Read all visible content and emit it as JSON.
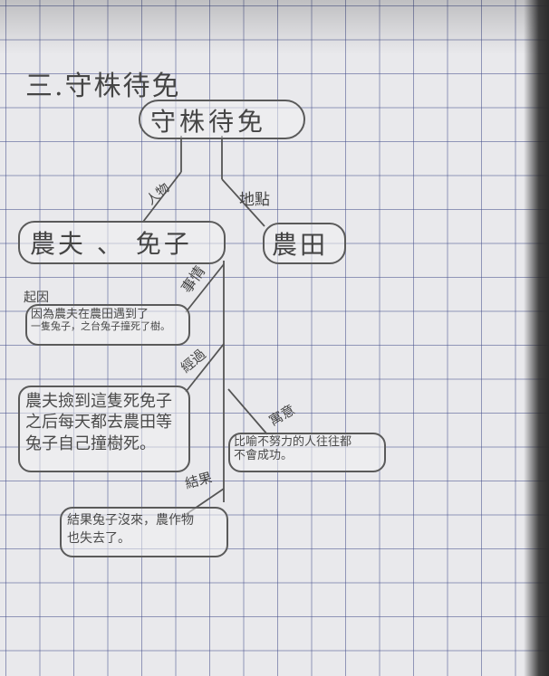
{
  "title": "三.守株待免",
  "center_topic": "守株待免",
  "branches": {
    "characters": {
      "label": "人物",
      "content": "農夫 、 免子"
    },
    "place": {
      "label": "地點",
      "content": "農田"
    },
    "events": {
      "label": "事情",
      "beginning": {
        "label": "起因",
        "lines": [
          "因為農夫在農田遇到了",
          "一隻兔子，之台兔子撞死了樹。"
        ]
      },
      "development": {
        "label": "經過",
        "lines": [
          "農夫撿到這隻死免子",
          "之后每天都去農田等",
          "兔子自己撞樹死。"
        ]
      },
      "ending": {
        "label": "結果",
        "lines": [
          "結果兔子沒來，農作物",
          "也失去了。"
        ]
      },
      "moral": {
        "label": "寓意",
        "lines": [
          "比喻不努力的人往往都",
          "不會成功。"
        ]
      }
    }
  }
}
